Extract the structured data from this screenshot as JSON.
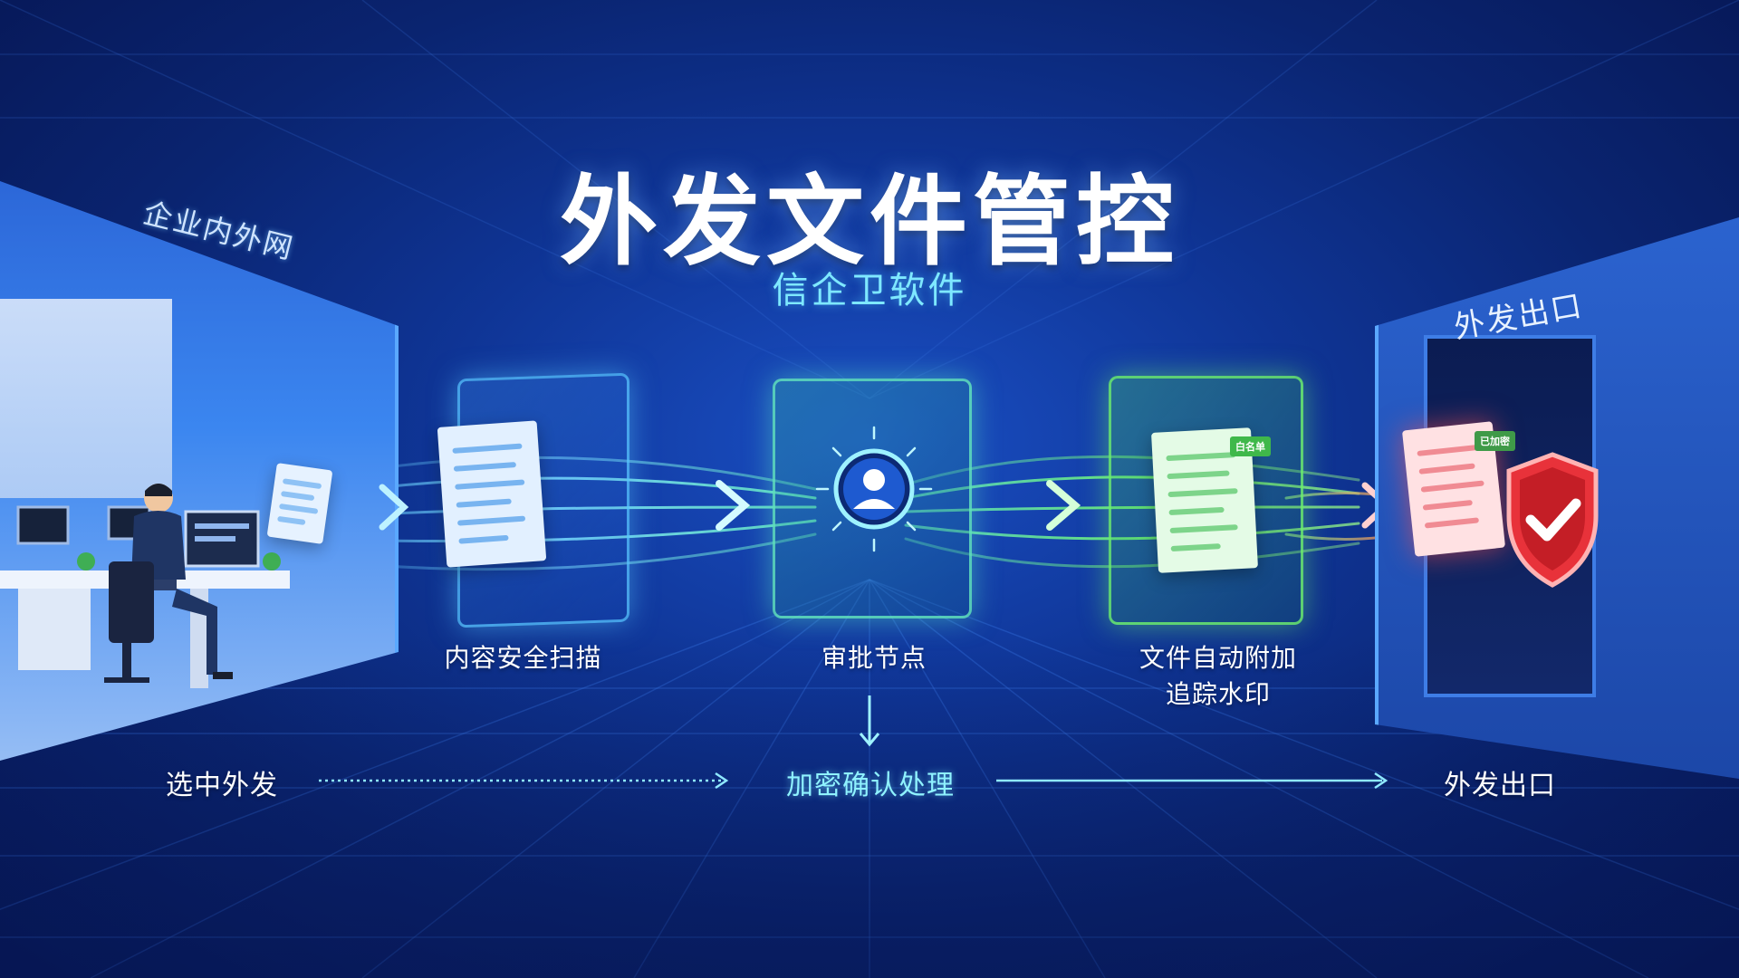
{
  "title": "外发文件管控",
  "subtitle": "信企卫软件",
  "zones": {
    "left_label": "企业内外网",
    "right_label": "外发出口"
  },
  "stages": [
    {
      "label": "内容安全扫描"
    },
    {
      "label": "审批节点"
    },
    {
      "label_line1": "文件自动附加",
      "label_line2": "追踪水印"
    }
  ],
  "doc_tags": {
    "green_tag": "白名单",
    "red_tag": "已加密"
  },
  "flow": {
    "start": "选中外发",
    "middle": "加密确认处理",
    "end": "外发出口"
  },
  "colors": {
    "background": "#0f3596",
    "accent_cyan": "#7ee8ff",
    "scan_blue": "#5ac8ff",
    "approval_teal": "#64e6be",
    "watermark_green": "#6ef06e",
    "exit_red": "#e8323a"
  },
  "icons": {
    "approval": "user-icon",
    "security": "shield-check-icon",
    "arrow": "chevron-right-icon"
  }
}
